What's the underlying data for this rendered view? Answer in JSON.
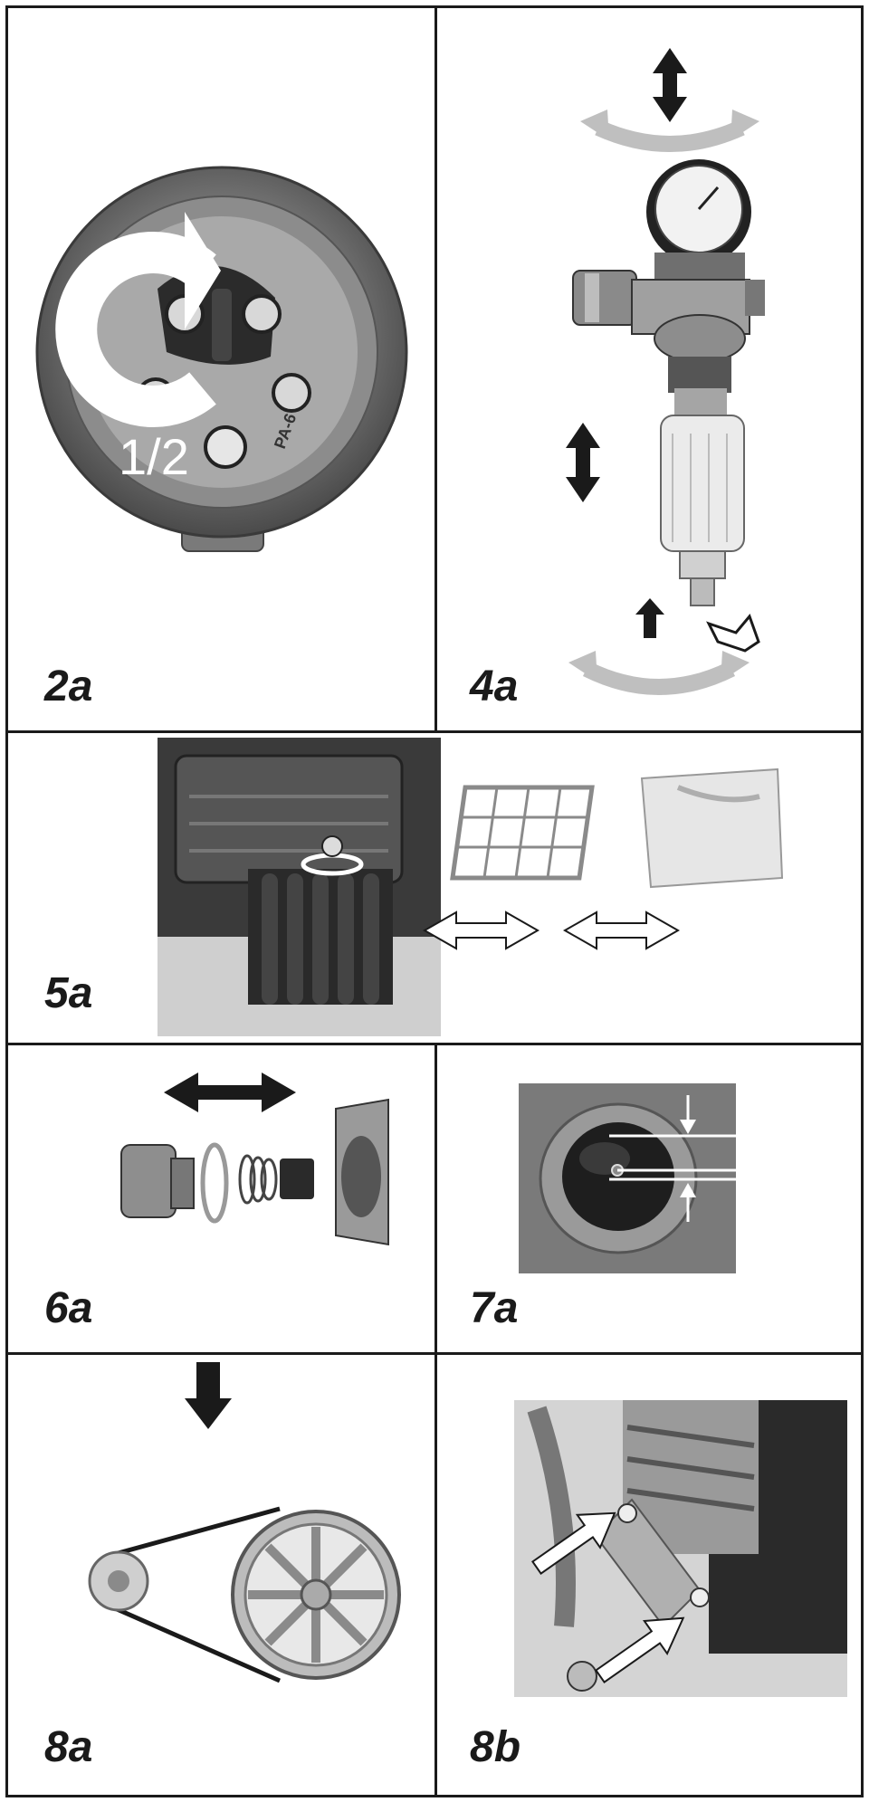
{
  "figures": [
    {
      "label": "2a",
      "overlay_text": "1/2"
    },
    {
      "label": "4a"
    },
    {
      "label": "5a"
    },
    {
      "label": "6a"
    },
    {
      "label": "7a"
    },
    {
      "label": "8a"
    },
    {
      "label": "8b"
    }
  ],
  "colors": {
    "ink": "#1a1a1a",
    "paper": "#ffffff"
  }
}
